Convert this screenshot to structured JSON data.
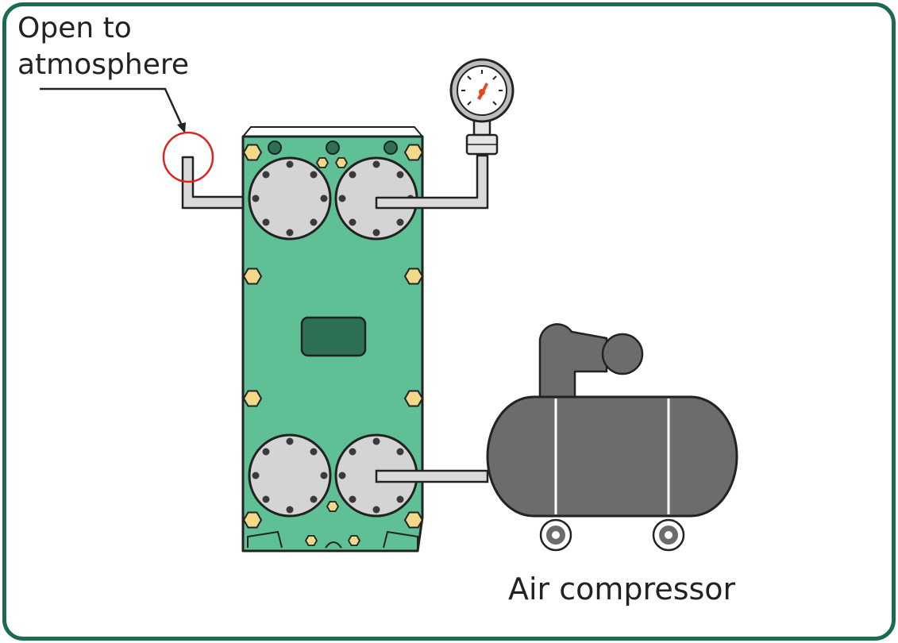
{
  "labels": {
    "open_line1": "Open to",
    "open_line2": "atmosphere",
    "compressor": "Air compressor"
  },
  "colors": {
    "frame": "#1d6b4a",
    "plate": "#5fbf95",
    "plate_dark": "#2d7055",
    "port_cover": "#d4d4d4",
    "nut": "#f2d98a",
    "pipe": "#d9d9d9",
    "compressor": "#6c6c6c",
    "marker_circle": "#d8261e",
    "gauge_needle": "#e24b1a"
  },
  "icons": [
    "pressure-gauge-icon",
    "air-compressor-icon",
    "heat-exchanger-icon",
    "open-end-marker-icon"
  ]
}
